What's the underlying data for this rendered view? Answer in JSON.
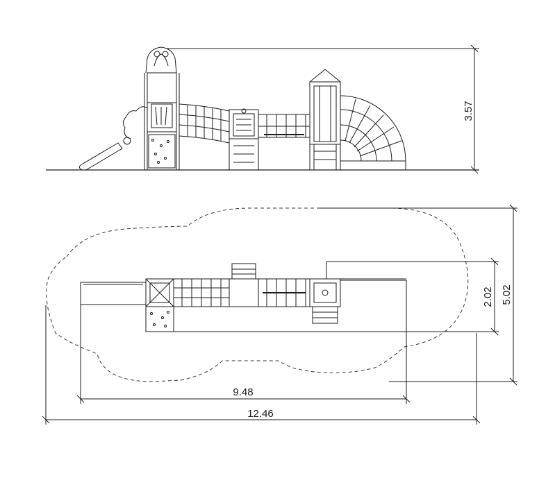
{
  "dimensions": {
    "height": "3.57",
    "inner_depth": "2.02",
    "outer_depth": "5.02",
    "inner_length": "9.48",
    "outer_length": "12.46"
  },
  "colors": {
    "line": "#1a1a1a",
    "dash": "#333333",
    "background": "#ffffff"
  }
}
